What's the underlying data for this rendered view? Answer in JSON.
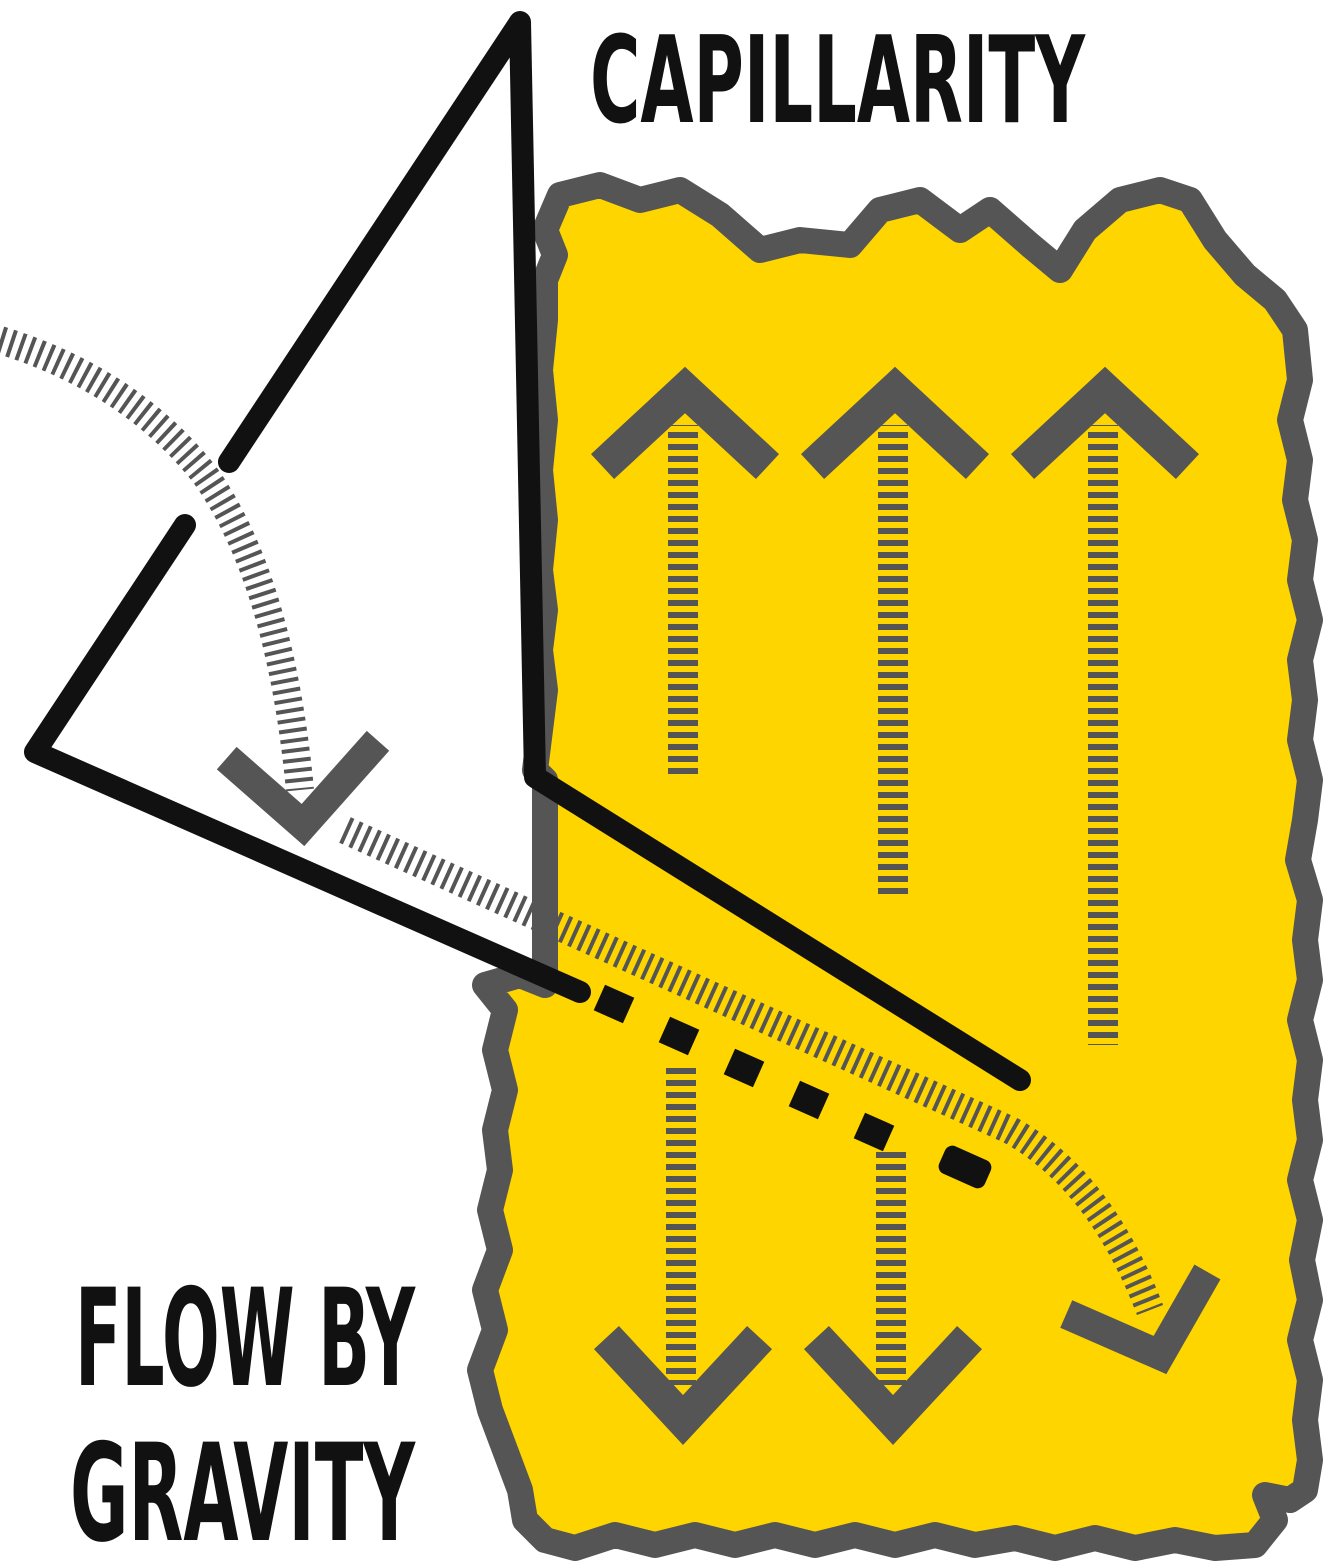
{
  "labels": {
    "top": "CAPILLARITY",
    "bottom_line1": "FLOW BY",
    "bottom_line2": "GRAVITY"
  },
  "colors": {
    "soil_fill": "#FFD500",
    "soil_border": "#555555",
    "arrow": "#555555",
    "outline": "#111111",
    "background": "#ffffff"
  },
  "icons": {
    "capillarity_arrows": "up-arrow-icon",
    "gravity_arrows": "down-arrow-icon",
    "water_flow_arrow": "curved-arrow-icon"
  }
}
